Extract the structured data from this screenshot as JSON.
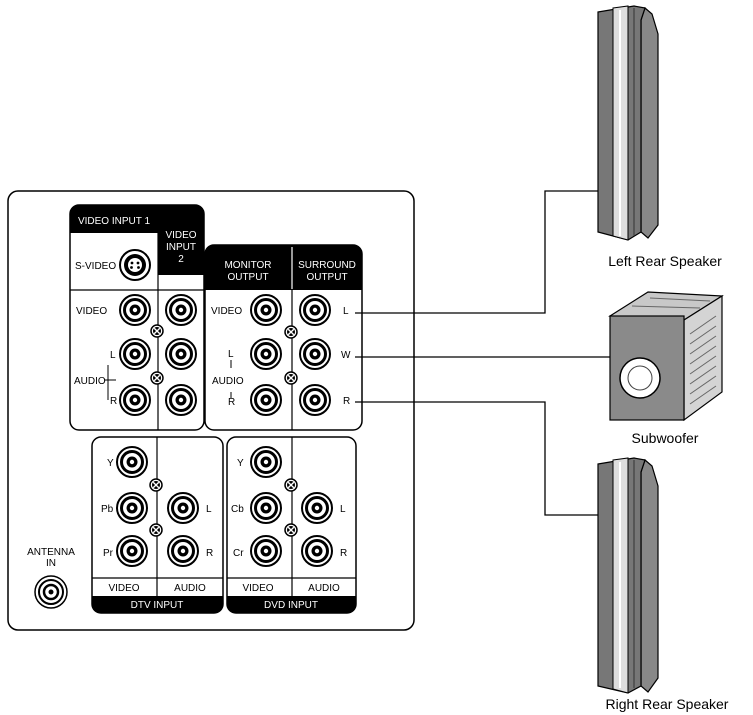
{
  "panel": {
    "video_input1": {
      "header": "VIDEO INPUT 1",
      "svideo_label": "S-VIDEO",
      "video_label": "VIDEO",
      "l_label": "L",
      "audio_label": "AUDIO",
      "r_label": "R"
    },
    "video_input2": {
      "header_line1": "VIDEO",
      "header_line2": "INPUT",
      "header_line3": "2"
    },
    "monitor_output": {
      "header_line1": "MONITOR",
      "header_line2": "OUTPUT",
      "video_label": "VIDEO",
      "l_label": "L",
      "audio_label": "AUDIO",
      "r_label": "R"
    },
    "surround_output": {
      "header_line1": "SURROUND",
      "header_line2": "OUTPUT",
      "l_label": "L",
      "w_label": "W",
      "r_label": "R"
    },
    "dtv_input": {
      "title": "DTV INPUT",
      "y_label": "Y",
      "pb_label": "Pb",
      "pr_label": "Pr",
      "l_label": "L",
      "r_label": "R",
      "video_label": "VIDEO",
      "audio_label": "AUDIO"
    },
    "dvd_input": {
      "title": "DVD INPUT",
      "y_label": "Y",
      "cb_label": "Cb",
      "cr_label": "Cr",
      "l_label": "L",
      "r_label": "R",
      "video_label": "VIDEO",
      "audio_label": "AUDIO"
    },
    "antenna": {
      "line1": "ANTENNA",
      "line2": "IN"
    }
  },
  "speakers": {
    "left_rear": "Left Rear Speaker",
    "subwoofer": "Subwoofer",
    "right_rear": "Right Rear Speaker"
  }
}
